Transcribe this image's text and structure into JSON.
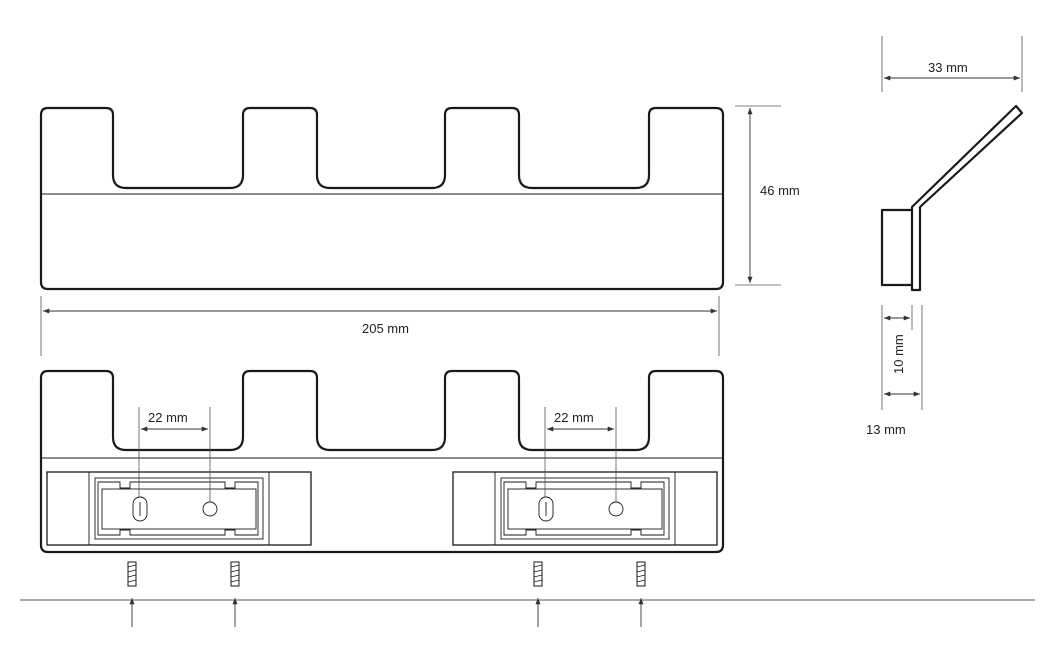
{
  "dimensions": {
    "height_front": "46 mm",
    "width_total": "205 mm",
    "hole_spacing_left": "22 mm",
    "hole_spacing_right": "22 mm",
    "depth_side": "33 mm",
    "thickness_side": "10 mm",
    "base_side": "13 mm"
  },
  "colors": {
    "line": "#1a1a1a",
    "dimension": "#333333",
    "background": "#ffffff"
  }
}
